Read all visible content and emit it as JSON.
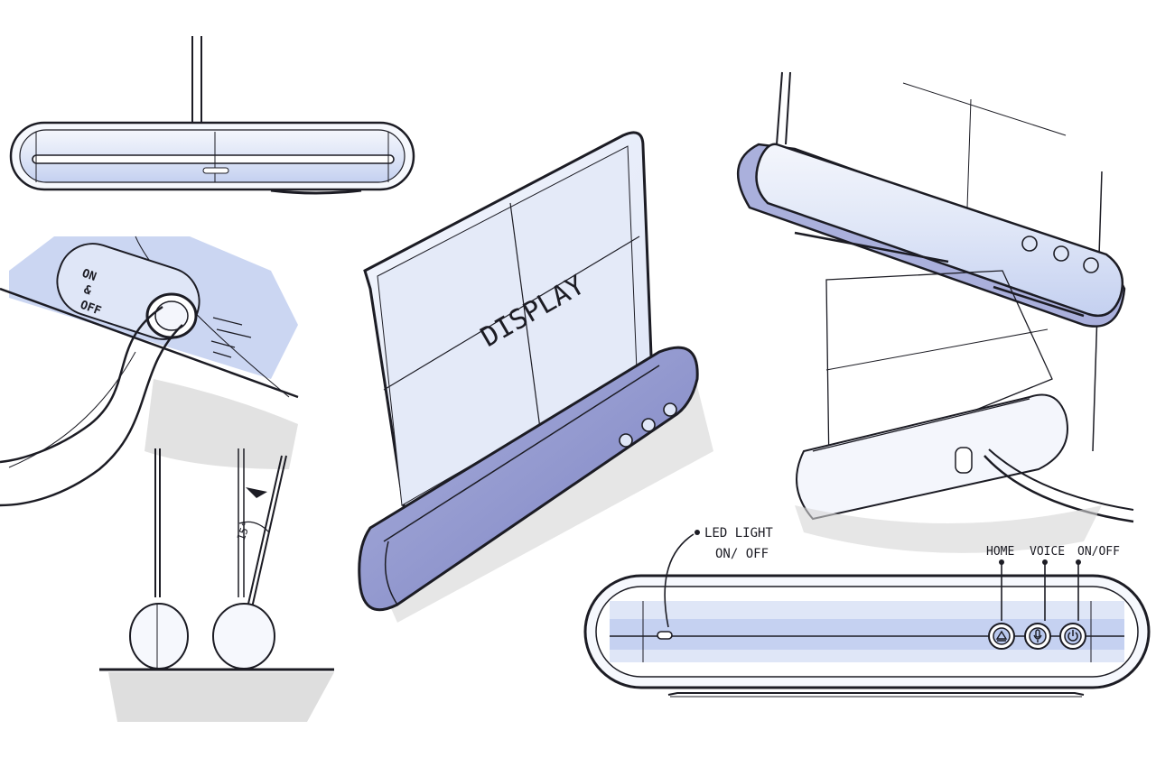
{
  "colors": {
    "ink": "#1c1c24",
    "light_blue": "#dfe6f7",
    "mid_blue": "#b9c8ee",
    "periwinkle": "#8f94cf",
    "deep_blue": "#5c62a8",
    "shadow": "#d6d6d6",
    "screen": "#edf1fb"
  },
  "sketch_labels": {
    "on": "ON",
    "amp": "&",
    "off": "OFF",
    "display": "DISPLAY",
    "angle": "15°",
    "led_light_line1": "LED LIGHT",
    "led_light_line2": "ON/ OFF",
    "home": "HOME",
    "voice": "VOICE",
    "on_off": "ON/OFF"
  },
  "icons": [
    "home-icon",
    "voice-icon",
    "power-icon"
  ]
}
